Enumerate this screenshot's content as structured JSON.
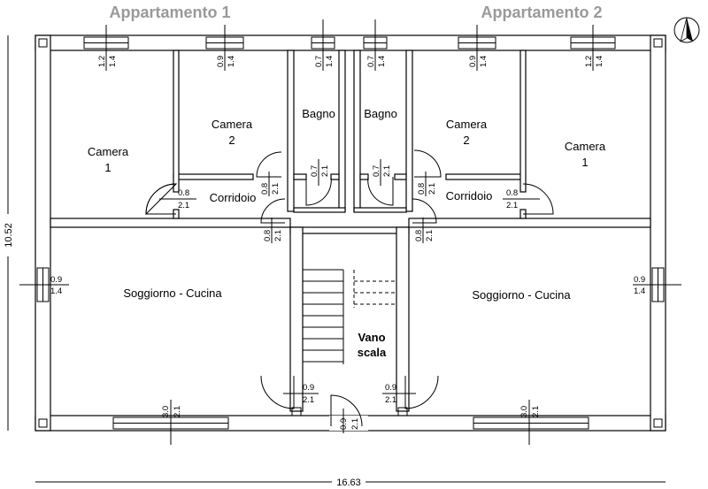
{
  "titles": {
    "apt1": "Appartamento 1",
    "apt2": "Appartamento 2"
  },
  "rooms": {
    "camera1_a": [
      "Camera",
      "1"
    ],
    "camera2_a": [
      "Camera",
      "2"
    ],
    "bagno_a": "Bagno",
    "bagno_b": "Bagno",
    "camera2_b": [
      "Camera",
      "2"
    ],
    "camera1_b": [
      "Camera",
      "1"
    ],
    "corridoio_a": "Corridoio",
    "corridoio_b": "Corridoio",
    "soggiorno_a": "Soggiorno - Cucina",
    "soggiorno_b": "Soggiorno - Cucina",
    "vano_scala": [
      "Vano",
      "scala"
    ]
  },
  "openings": {
    "win_top_1": [
      "1.2",
      "1.4"
    ],
    "win_top_2": [
      "0.9",
      "1.4"
    ],
    "win_top_3": [
      "0.7",
      "1.4"
    ],
    "win_top_4": [
      "0.7",
      "1.4"
    ],
    "win_top_5": [
      "0.9",
      "1.4"
    ],
    "win_top_6": [
      "1.2",
      "1.4"
    ],
    "door_bagno_a": [
      "0.7",
      "2.1"
    ],
    "door_bagno_b": [
      "0.7",
      "2.1"
    ],
    "door_cam2_a": [
      "0.8",
      "2.1"
    ],
    "door_cam2_b": [
      "0.8",
      "2.1"
    ],
    "door_cam1_a": [
      "0.8",
      "2.1"
    ],
    "door_cam1_b": [
      "0.8",
      "2.1"
    ],
    "door_corr_a": [
      "0.8",
      "2.1"
    ],
    "door_corr_b": [
      "0.8",
      "2.1"
    ],
    "win_left": [
      "0.9",
      "1.4"
    ],
    "win_right": [
      "0.9",
      "1.4"
    ],
    "door_entry_a": [
      "0.9",
      "2.1"
    ],
    "door_entry_b": [
      "0.9",
      "2.1"
    ],
    "door_main": [
      "0.9",
      "2.1"
    ],
    "win_bottom_a": [
      "3.0",
      "2.1"
    ],
    "win_bottom_b": [
      "3.0",
      "2.1"
    ]
  },
  "dimensions": {
    "width": "16.63",
    "height": "10.52"
  }
}
